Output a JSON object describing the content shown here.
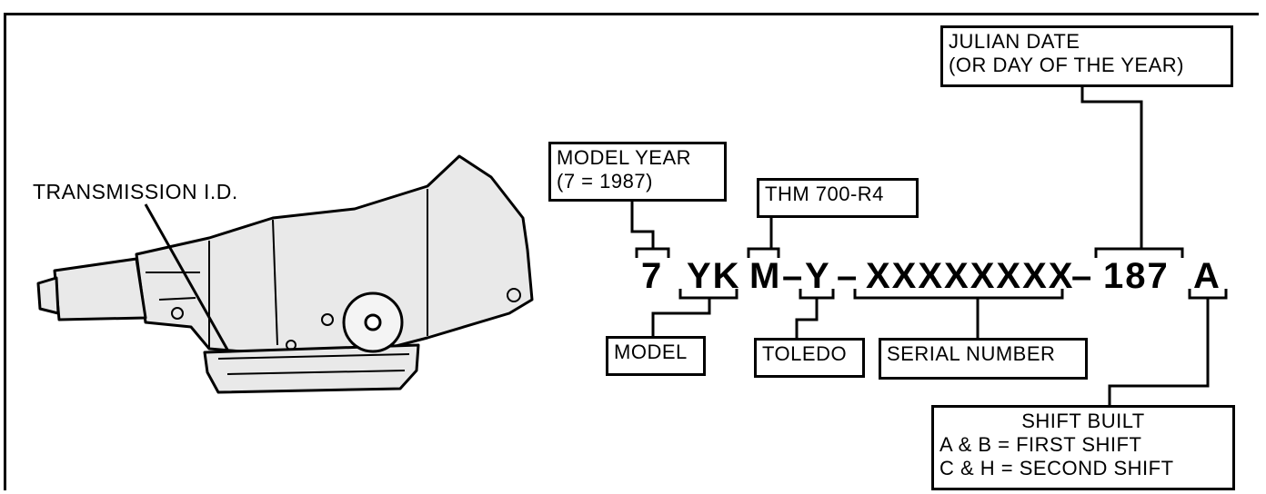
{
  "labels": {
    "transmission_id": "TRANSMISSION I.D."
  },
  "code": {
    "year": "7",
    "model": "YK",
    "plant_letter": "M",
    "sep1": "–",
    "type_letter": "Y",
    "sep2": "–",
    "serial": "XXXXXXXX",
    "sep3": "–",
    "julian": "187",
    "shift": "A"
  },
  "boxes": {
    "model_year": {
      "line1": "MODEL YEAR",
      "line2": "(7 = 1987)"
    },
    "thm": {
      "text": "THM 700-R4"
    },
    "julian_date": {
      "line1": "JULIAN DATE",
      "line2": "(OR DAY OF THE YEAR)"
    },
    "model": {
      "text": "MODEL"
    },
    "toledo": {
      "text": "TOLEDO"
    },
    "serial_number": {
      "text": "SERIAL NUMBER"
    },
    "shift_built": {
      "line1": "SHIFT BUILT",
      "line2": "A & B = FIRST SHIFT",
      "line3": "C & H = SECOND SHIFT"
    }
  }
}
